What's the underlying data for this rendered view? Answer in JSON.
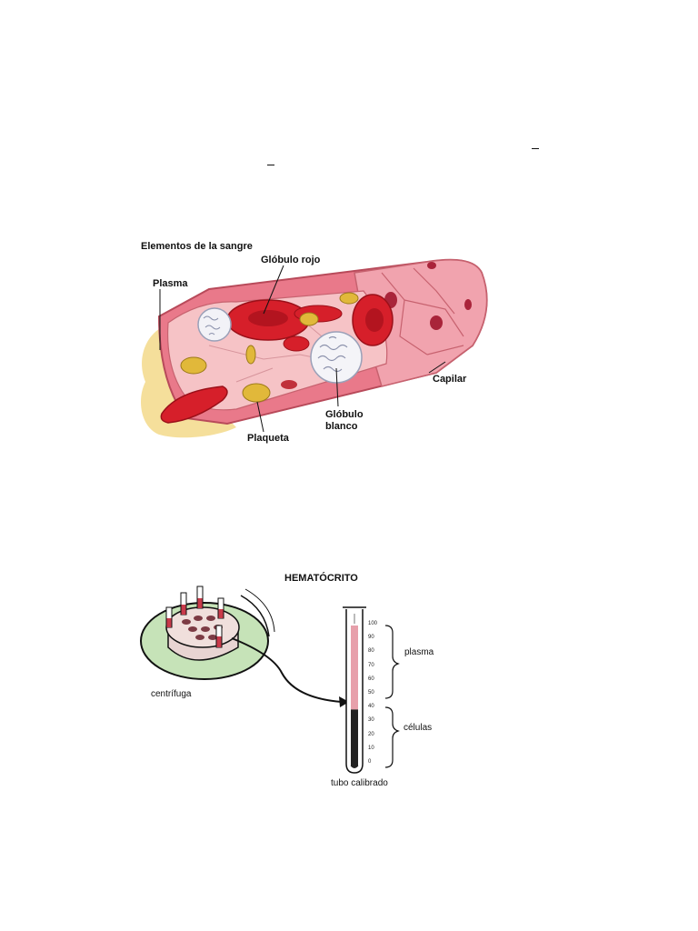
{
  "blood_diagram": {
    "title": "Elementos de la sangre",
    "labels": {
      "red_cell": "Glóbulo rojo",
      "plasma": "Plasma",
      "capillary": "Capilar",
      "white_cell_line1": "Glóbulo",
      "white_cell_line2": "blanco",
      "platelet": "Plaqueta"
    },
    "colors": {
      "vessel": "#e9798a",
      "red_cell": "#d61f2a",
      "platelet": "#e1b83a",
      "plasma": "#f3d98a"
    }
  },
  "hematocrit_diagram": {
    "title": "HEMATÓCRITO",
    "labels": {
      "centrifuge": "centrífuga",
      "plasma": "plasma",
      "cells": "células",
      "tube": "tubo calibrado"
    },
    "scale": [
      "100",
      "90",
      "80",
      "70",
      "60",
      "50",
      "40",
      "30",
      "20",
      "10",
      "0"
    ],
    "cell_fraction": 0.4
  }
}
